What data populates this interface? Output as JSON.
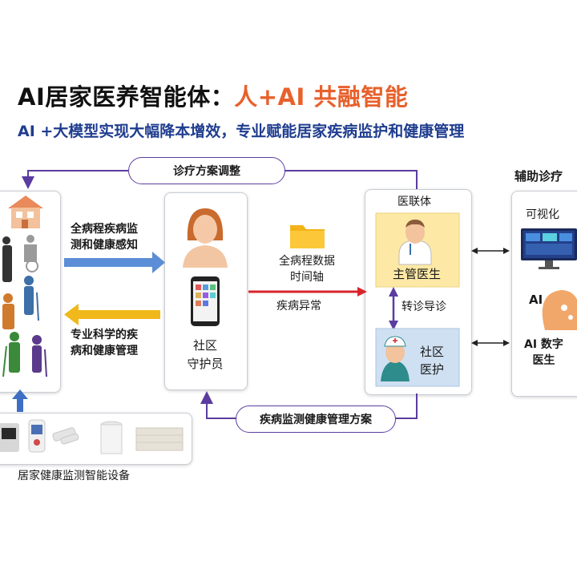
{
  "title": {
    "main": "AI居家医养智能体：",
    "accent": "人+AI 共融智能"
  },
  "subtitle": "AI +大模型实现大幅降本增效，专业赋能居家疾病监护和健康管理",
  "top_pill": "诊疗方案调整",
  "bottom_pill": "疾病监测健康管理方案",
  "left_arrow_top": [
    "全病程疾病监",
    "测和健康感知"
  ],
  "left_arrow_bottom": [
    "专业科学的疾",
    "病和健康管理"
  ],
  "guardian": [
    "社区",
    "守护员"
  ],
  "middle_top": [
    "全病程数据",
    "时间轴"
  ],
  "middle_bottom": "疾病异常",
  "hospital": {
    "title": "医联体",
    "doctor": "主管医生",
    "referral": "转诊导诊",
    "nurse": [
      "社区",
      "医护"
    ]
  },
  "aux": {
    "title": "辅助诊疗",
    "visual": "可视化",
    "ai_badge": "AI",
    "ai_doctor": [
      "AI 数字",
      "医生"
    ]
  },
  "devices_label": "居家健康监测智能设备",
  "colors": {
    "title_accent": "#e8612c",
    "subtitle": "#1f3d8f",
    "loop": "#5b3ca0",
    "blue_arrow": "#5b8ed6",
    "yellow_arrow": "#f0b81a",
    "red_arrow": "#d9242b"
  }
}
